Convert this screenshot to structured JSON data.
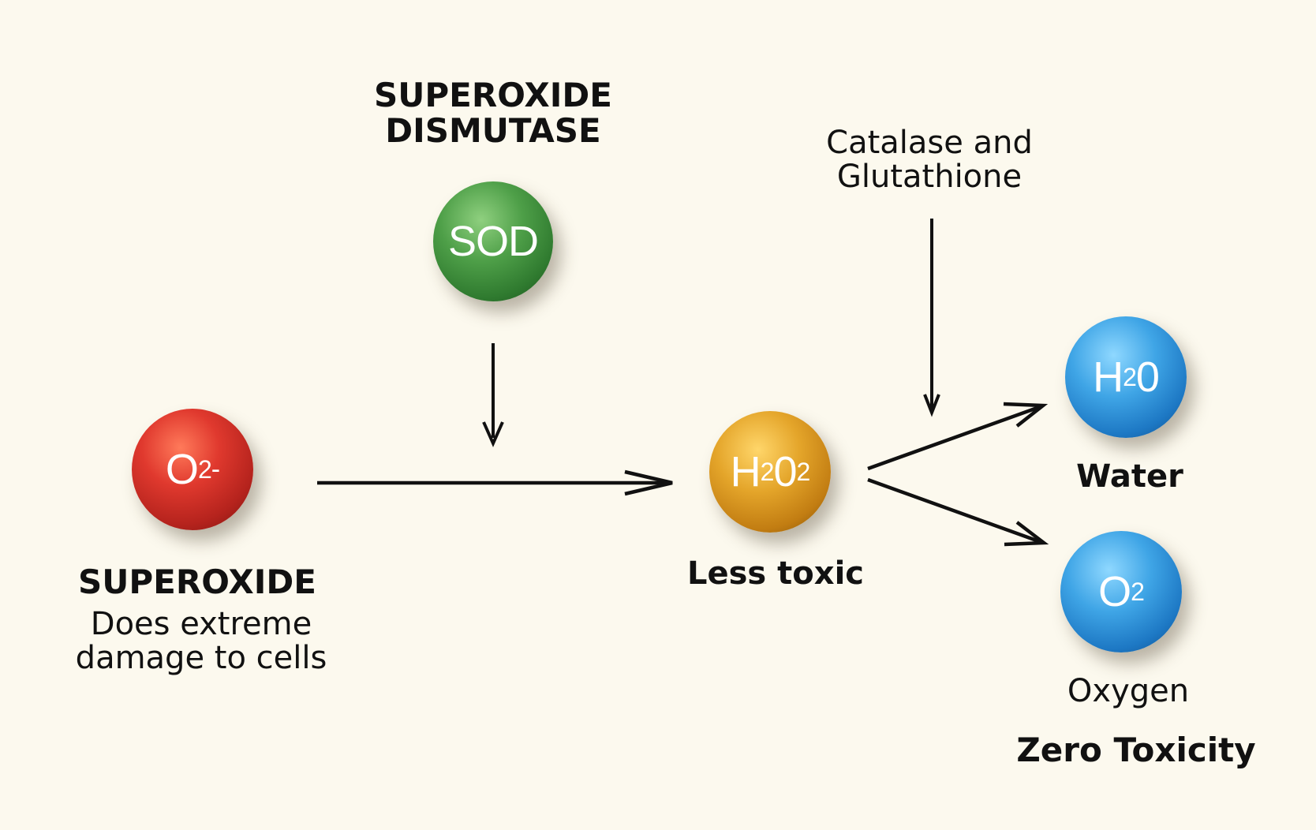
{
  "enzyme": {
    "title_line1": "SUPEROXIDE",
    "title_line2": "DISMUTASE",
    "sphere_text": "SOD",
    "color": "#3f8f3c"
  },
  "catalyst": {
    "line1": "Catalase and",
    "line2": "Glutathione"
  },
  "superoxide": {
    "symbol": "O",
    "subscript": "2",
    "superscript": "-",
    "title": "SUPEROXIDE",
    "desc_line1": "Does extreme",
    "desc_line2": "damage to cells",
    "color": "#d33328"
  },
  "peroxide": {
    "symbol_a": "H",
    "sub_a": "2",
    "symbol_b": "0",
    "sub_b": "2",
    "label": "Less toxic",
    "color": "#dc9a22"
  },
  "water": {
    "symbol_a": "H",
    "sub_a": "2",
    "symbol_b": "0",
    "label": "Water",
    "color": "#2f8fd6"
  },
  "oxygen": {
    "symbol": "O",
    "subscript": "2",
    "label": "Oxygen",
    "color": "#2f8fd6"
  },
  "summary": {
    "label": "Zero Toxicity"
  }
}
